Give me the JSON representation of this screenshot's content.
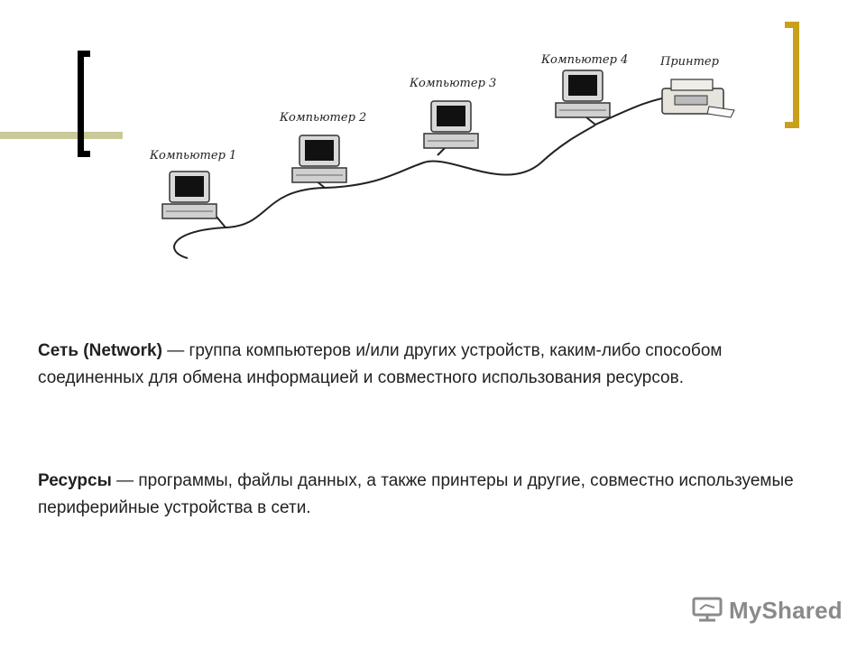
{
  "slide": {
    "labels": {
      "computer1": "Компьютер 1",
      "computer2": "Компьютер 2",
      "computer3": "Компьютер 3",
      "computer4": "Компьютер 4",
      "printer": "Принтер"
    },
    "definitions": [
      {
        "term": "Сеть (Network)",
        "text": " — группа компьютеров и/или других устройств, каким-либо способом соединенных для обмена информацией и совместного использования ресурсов."
      },
      {
        "term": "Ресурсы",
        "text": " — программы, файлы данных, а также принтеры и другие, совместно используемые периферийные устройства в сети."
      }
    ],
    "logo": {
      "text": "MyShared"
    }
  },
  "colors": {
    "bracket_left": "#000000",
    "bracket_right": "#c7a11a",
    "accent_line": "#c9c99a",
    "text": "#222222",
    "logo": "#8a8a8a"
  },
  "icons": [
    "computer-icon",
    "printer-icon",
    "presentation-icon"
  ]
}
